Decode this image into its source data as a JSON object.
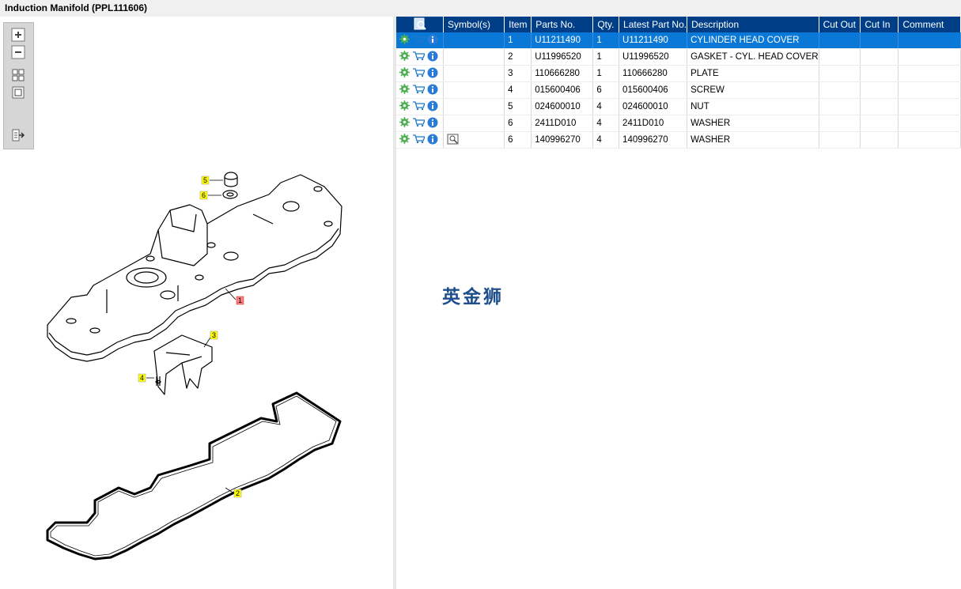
{
  "window": {
    "title": "Induction Manifold (PPL111606)"
  },
  "toolbox": {
    "items": [
      "zoom-in-icon",
      "zoom-out-icon",
      "fit-page-icon",
      "actual-size-icon",
      "export-icon"
    ]
  },
  "diagram": {
    "callouts": [
      {
        "label": "5",
        "color": "#ffff00"
      },
      {
        "label": "6",
        "color": "#ffff00"
      },
      {
        "label": "1",
        "color": "#ff7070"
      },
      {
        "label": "3",
        "color": "#ffff00"
      },
      {
        "label": "4",
        "color": "#ffff00"
      },
      {
        "label": "2",
        "color": "#ffff00"
      }
    ]
  },
  "table": {
    "columns": [
      "",
      "Symbol(s)",
      "Item",
      "Parts No.",
      "Qty.",
      "Latest Part No.",
      "Description",
      "Cut Out",
      "Cut In",
      "Comment"
    ],
    "rows": [
      {
        "item": "1",
        "part": "U11211490",
        "qty": "1",
        "latest": "U11211490",
        "desc": "CYLINDER HEAD COVER",
        "selected": true,
        "symbol": ""
      },
      {
        "item": "2",
        "part": "U11996520",
        "qty": "1",
        "latest": "U11996520",
        "desc": "GASKET - CYL. HEAD COVER",
        "selected": false,
        "symbol": ""
      },
      {
        "item": "3",
        "part": "110666280",
        "qty": "1",
        "latest": "110666280",
        "desc": "PLATE",
        "selected": false,
        "symbol": ""
      },
      {
        "item": "4",
        "part": "015600406",
        "qty": "6",
        "latest": "015600406",
        "desc": "SCREW",
        "selected": false,
        "symbol": ""
      },
      {
        "item": "5",
        "part": "024600010",
        "qty": "4",
        "latest": "024600010",
        "desc": "NUT",
        "selected": false,
        "symbol": ""
      },
      {
        "item": "6",
        "part": "2411D010",
        "qty": "4",
        "latest": "2411D010",
        "desc": "WASHER",
        "selected": false,
        "symbol": ""
      },
      {
        "item": "6",
        "part": "140996270",
        "qty": "4",
        "latest": "140996270",
        "desc": "WASHER",
        "selected": false,
        "symbol": "view-icon"
      }
    ]
  },
  "watermark": "英金狮",
  "colors": {
    "header": "#003f87",
    "selected": "#0a78d7",
    "callout_yellow": "#ffff00",
    "callout_red": "#ff7070"
  }
}
